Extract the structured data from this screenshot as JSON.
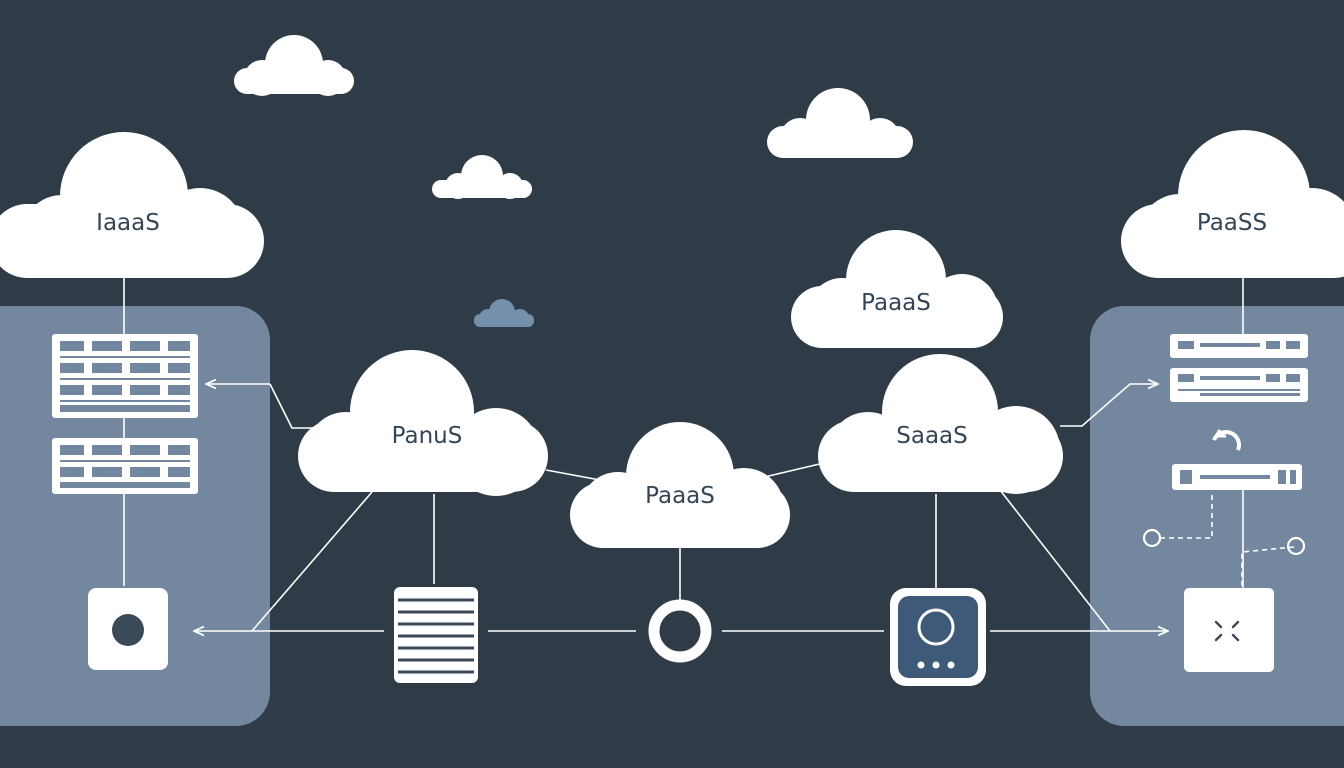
{
  "diagram": {
    "colors": {
      "background": "#2f3c48",
      "panel": "#73889f",
      "cloud": "#ffffff",
      "line": "#ffffff",
      "small_cloud": "#7590ab",
      "accent": "#3e5a78",
      "label": "#344656"
    },
    "clouds": [
      {
        "id": "cloud-iaaas",
        "label": "IaaaS"
      },
      {
        "id": "cloud-paass",
        "label": "PaaSS"
      },
      {
        "id": "cloud-paaas-top",
        "label": "PaaaS"
      },
      {
        "id": "cloud-panus",
        "label": "PanuS"
      },
      {
        "id": "cloud-paaas-center",
        "label": "PaaaS"
      },
      {
        "id": "cloud-saaas",
        "label": "SaaaS"
      }
    ],
    "icons": [
      "server-rack-icon",
      "device-box-icon",
      "database-stack-icon",
      "ring-node-icon",
      "router-device-icon",
      "sync-icon",
      "network-switch-icon",
      "connector-node-icon",
      "hub-box-icon"
    ]
  }
}
